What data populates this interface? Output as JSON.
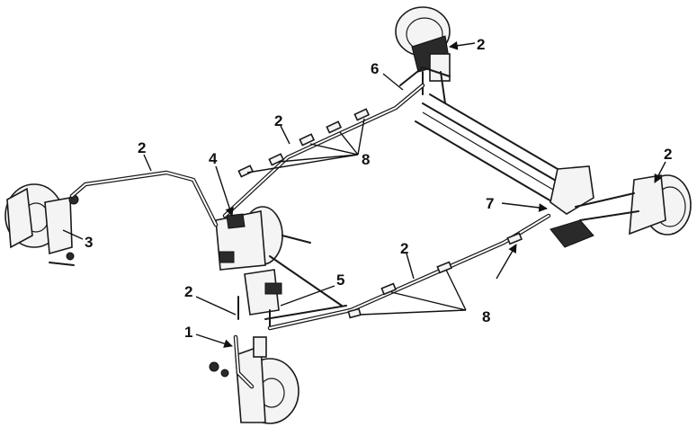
{
  "callouts": {
    "c1": "1",
    "c2_top_right": "2",
    "c2_mid_upper": "2",
    "c2_left": "2",
    "c2_right": "2",
    "c2_lower_mid": "2",
    "c2_lower_left": "2",
    "c3": "3",
    "c4": "4",
    "c5": "5",
    "c6": "6",
    "c7": "7",
    "c8_upper": "8",
    "c8_lower": "8"
  }
}
